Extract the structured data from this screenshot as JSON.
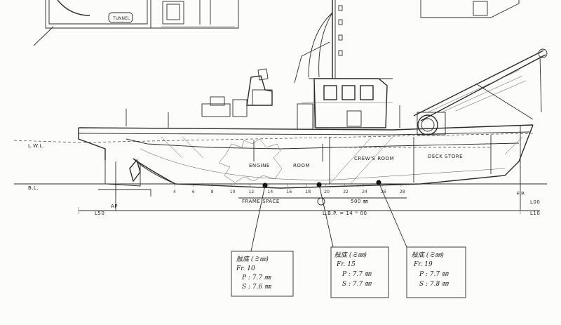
{
  "labels": {
    "tunnel": "TUNNEL",
    "engine": "ENGINE",
    "room": "ROOM",
    "crew_room": "CREW'S ROOM",
    "deck_store": "DECK STORE",
    "lwl": "L.W.L.",
    "bl": "B.L.",
    "ap": "AP",
    "fp": "F.P.",
    "frame_space": "FRAME SPACE",
    "frame_value": "500 ㎜",
    "lbp": "L.B.P. = 14 ᵐ 00",
    "l50": "L50",
    "l00": "L00",
    "l10": "L10"
  },
  "frame_numbers": [
    "4",
    "6",
    "8",
    "10",
    "12",
    "14",
    "16",
    "18",
    "20",
    "22",
    "24",
    "26",
    "28"
  ],
  "measurements": [
    {
      "title": "舷底 (ミ㎜)",
      "frame": "Fr. 10",
      "p": "P : 7.7 ㎜",
      "s": "S : 7.6 ㎜"
    },
    {
      "title": "舷底 (ミ㎜)",
      "frame": "Fr. 15",
      "p": "P : 7.7 ㎜",
      "s": "S : 7.7 ㎜"
    },
    {
      "title": "舷底 (ミ㎜)",
      "frame": "Fr. 19",
      "p": "P : 7.7 ㎜",
      "s": "S : 7.8 ㎜"
    }
  ]
}
